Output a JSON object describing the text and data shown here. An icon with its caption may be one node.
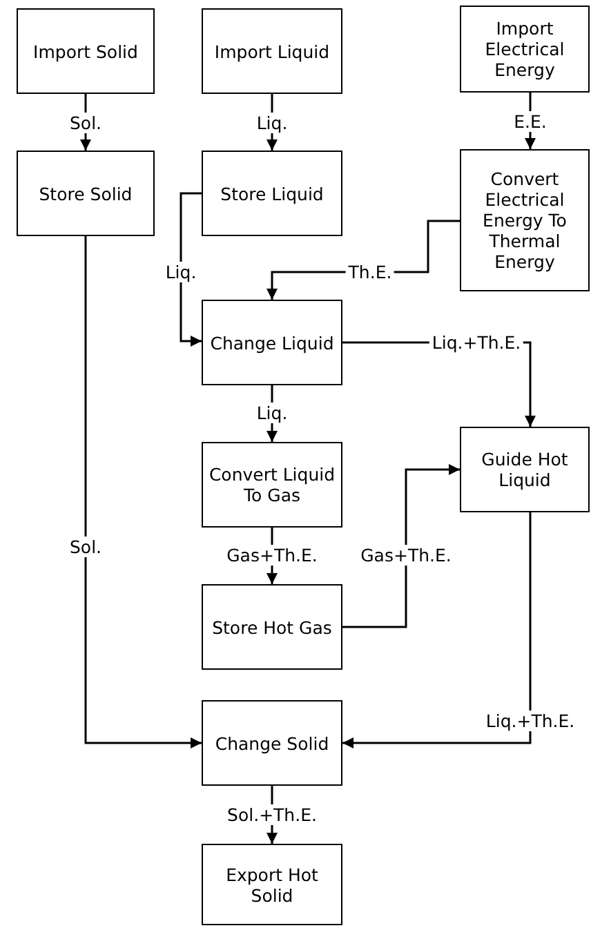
{
  "diagram": {
    "nodes": [
      {
        "text": [
          "Import Solid"
        ]
      },
      {
        "text": [
          "Import Liquid"
        ]
      },
      {
        "text": [
          "Import Electrical Energy"
        ]
      },
      {
        "text": [
          "Store Solid"
        ]
      },
      {
        "text": [
          "Store Liquid"
        ]
      },
      {
        "text": [
          "Convert Electrical Energy To Thermal Energy"
        ]
      },
      {
        "text": [
          "Change Liquid"
        ]
      },
      {
        "text": [
          "Convert Liquid To Gas"
        ]
      },
      {
        "text": [
          "Guide Hot Liquid"
        ]
      },
      {
        "text": [
          "Store Hot Gas"
        ]
      },
      {
        "text": [
          "Change Solid"
        ]
      },
      {
        "text": [
          "Export Hot Solid"
        ]
      }
    ],
    "edges": [
      {
        "from": 0,
        "to": 3,
        "arrow": "to",
        "label": "Sol."
      },
      {
        "from": 1,
        "to": 4,
        "arrow": "to",
        "label": "Liq."
      },
      {
        "from": 2,
        "to": 5,
        "arrow": "to",
        "label": "E.E."
      },
      {
        "from": 4,
        "to": 6,
        "arrow": "to",
        "label": "Liq."
      },
      {
        "from": 5,
        "to": 6,
        "arrow": "to",
        "label": "Th.E."
      },
      {
        "from": 6,
        "to": 8,
        "arrow": "to",
        "label": "Liq.+Th.E."
      },
      {
        "from": 6,
        "to": 7,
        "arrow": "to",
        "label": "Liq."
      },
      {
        "from": 7,
        "to": 9,
        "arrow": "to",
        "label": "Gas+Th.E."
      },
      {
        "from": 9,
        "to": 8,
        "arrow": "to",
        "label": "Gas+Th.E."
      },
      {
        "from": 3,
        "to": 10,
        "arrow": "to",
        "label": "Sol."
      },
      {
        "from": 8,
        "to": 10,
        "arrow": "to",
        "label": "Liq.+Th.E."
      },
      {
        "from": 10,
        "to": 11,
        "arrow": "to",
        "label": "Sol.+Th.E."
      }
    ]
  }
}
